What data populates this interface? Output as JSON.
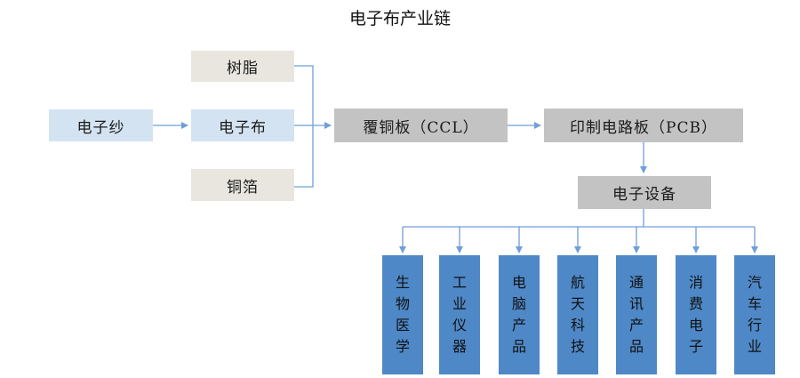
{
  "title": "电子布产业链",
  "nodes": {
    "yarn": "电子纱",
    "cloth": "电子布",
    "resin": "树脂",
    "foil": "铜箔",
    "ccl": "覆铜板（CCL）",
    "pcb": "印制电路板（PCB）",
    "devices": "电子设备"
  },
  "applications": [
    "生物医学",
    "工业仪器",
    "电脑产品",
    "航天科技",
    "通讯产品",
    "消费电子",
    "汽车行业"
  ],
  "colors": {
    "light_blue": "#d3e3f2",
    "beige": "#e8e6df",
    "gray": "#c3c3c3",
    "app_blue": "#4e88c7",
    "connector": "#6f9fd8"
  }
}
